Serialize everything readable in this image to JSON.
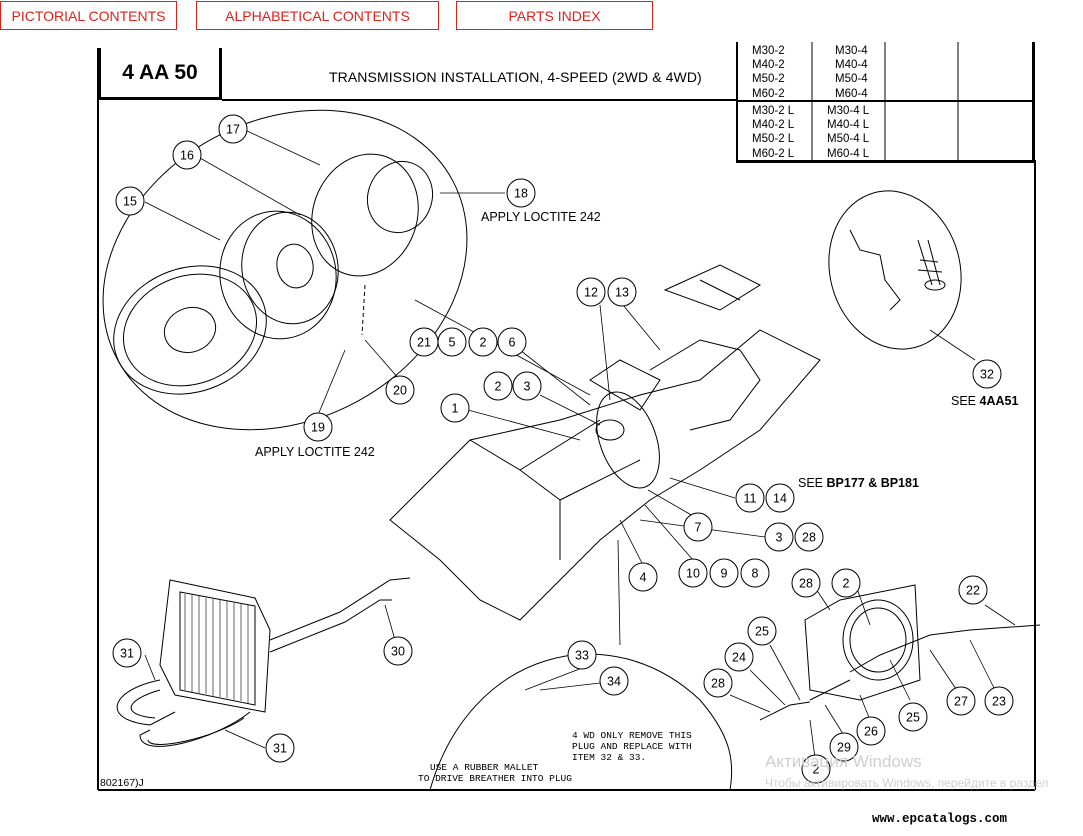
{
  "nav": {
    "pictorial": "PICTORIAL CONTENTS",
    "alphabetical": "ALPHABETICAL CONTENTS",
    "parts_index": "PARTS INDEX"
  },
  "page": {
    "code": "4 AA 50",
    "title": "TRANSMISSION INSTALLATION, 4-SPEED (2WD & 4WD)",
    "drawing_number": "802167)J"
  },
  "models": {
    "col1_top": [
      "M30-2",
      "M40-2",
      "M50-2",
      "M60-2"
    ],
    "col2_top": [
      "M30-4",
      "M40-4",
      "M50-4",
      "M60-4"
    ],
    "col1_bottom": [
      "M30-2 L",
      "M40-2 L",
      "M50-2 L",
      "M60-2 L"
    ],
    "col2_bottom": [
      "M30-4 L",
      "M40-4 L",
      "M50-4 L",
      "M60-4 L"
    ]
  },
  "annotations": {
    "loctite_18": "APPLY LOCTITE 242",
    "loctite_19": "APPLY LOCTITE 242",
    "see_4aa51_prefix": "SEE ",
    "see_4aa51_ref": "4AA51",
    "see_bp_prefix": "SEE ",
    "see_bp_ref": "BP177 & BP181",
    "note_4wd": [
      "4 WD ONLY REMOVE THIS",
      "PLUG AND REPLACE WITH",
      "ITEM 32 & 33."
    ],
    "note_mallet": [
      "USE A RUBBER MALLET",
      "TO DRIVE BREATHER INTO PLUG"
    ]
  },
  "callouts": [
    {
      "label": "17"
    },
    {
      "label": "16"
    },
    {
      "label": "15"
    },
    {
      "label": "18"
    },
    {
      "label": "12"
    },
    {
      "label": "13"
    },
    {
      "label": "21"
    },
    {
      "label": "5"
    },
    {
      "label": "2"
    },
    {
      "label": "6"
    },
    {
      "label": "2"
    },
    {
      "label": "3"
    },
    {
      "label": "1"
    },
    {
      "label": "20"
    },
    {
      "label": "19"
    },
    {
      "label": "32"
    },
    {
      "label": "11"
    },
    {
      "label": "14"
    },
    {
      "label": "7"
    },
    {
      "label": "3"
    },
    {
      "label": "28"
    },
    {
      "label": "4"
    },
    {
      "label": "10"
    },
    {
      "label": "9"
    },
    {
      "label": "8"
    },
    {
      "label": "28"
    },
    {
      "label": "2"
    },
    {
      "label": "22"
    },
    {
      "label": "25"
    },
    {
      "label": "24"
    },
    {
      "label": "28"
    },
    {
      "label": "33"
    },
    {
      "label": "34"
    },
    {
      "label": "31"
    },
    {
      "label": "30"
    },
    {
      "label": "31"
    },
    {
      "label": "27"
    },
    {
      "label": "23"
    },
    {
      "label": "26"
    },
    {
      "label": "25"
    },
    {
      "label": "29"
    },
    {
      "label": "2"
    }
  ],
  "watermark": {
    "line1": "Активация Windows",
    "line2": "Чтобы активировать Windows, перейдите в раздел"
  },
  "footer": {
    "url": "www.epcatalogs.com"
  }
}
